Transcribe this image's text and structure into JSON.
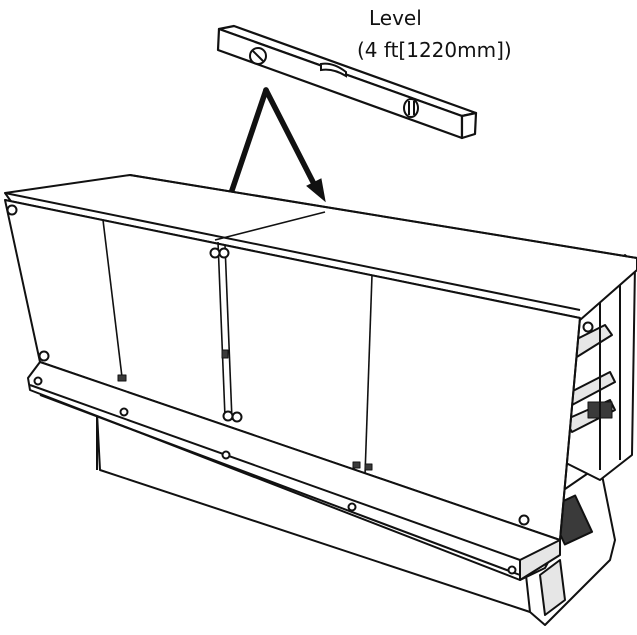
{
  "diagram": {
    "callout": {
      "title": "Level",
      "size": "(4 ft[1220mm])"
    },
    "colors": {
      "line": "#111111",
      "fill": "#ffffff",
      "shade": "#e6e6e6",
      "dark": "#3a3a3a"
    },
    "icons": [
      "level-tool-icon",
      "arrow-icon",
      "air-handler-unit"
    ]
  }
}
